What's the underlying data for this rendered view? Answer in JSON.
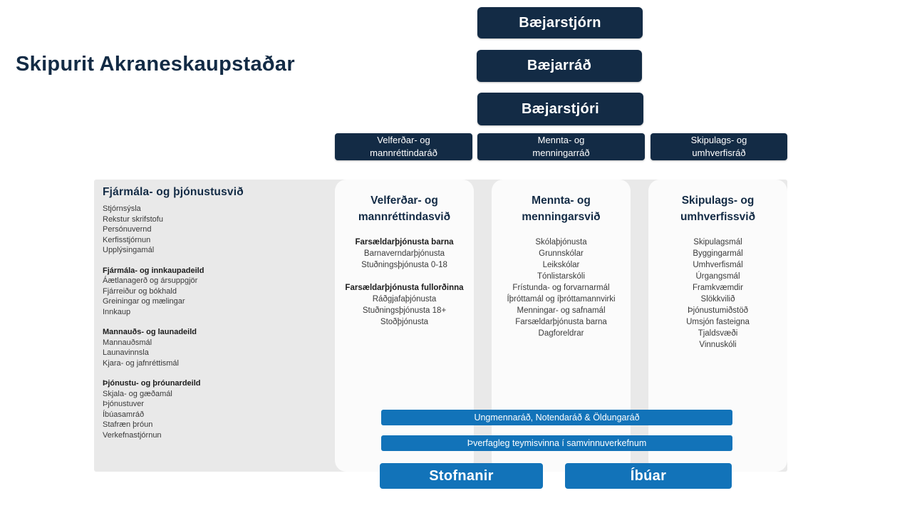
{
  "title": "Skipurit Akraneskaupstaðar",
  "colors": {
    "navy": "#132b45",
    "blue": "#1273b9",
    "panel": "#e9e9e9",
    "column": "#fbfbfb",
    "itemtext": "#3a3a3a"
  },
  "top_boxes": [
    {
      "label": "Bæjarstjórn"
    },
    {
      "label": "Bæjarráð"
    },
    {
      "label": "Bæjarstjóri"
    }
  ],
  "council_boxes": [
    {
      "label": "Velferðar- og mannréttindaráð"
    },
    {
      "label": "Mennta- og menningarráð"
    },
    {
      "label": "Skipulags- og umhverfisráð"
    }
  ],
  "finance_division": {
    "heading": "Fjármála- og þjónustusvið",
    "groups": [
      {
        "heading": "",
        "items": [
          "Stjórnsýsla",
          "Rekstur skrifstofu",
          "Persónuvernd",
          "Kerfisstjórnun",
          "Upplýsingamál"
        ]
      },
      {
        "heading": "Fjármála- og innkaupadeild",
        "items": [
          "Áætlanagerð og ársuppgjör",
          "Fjárreiður og bókhald",
          "Greiningar og mælingar",
          "Innkaup"
        ]
      },
      {
        "heading": "Mannauðs- og launadeild",
        "items": [
          "Mannauðsmál",
          "Launavinnsla",
          "Kjara- og jafnréttismál"
        ]
      },
      {
        "heading": "Þjónustu- og þróunardeild",
        "items": [
          "Skjala- og gæðamál",
          "Þjónustuver",
          "Íbúasamráð",
          "Stafræn þróun",
          "Verkefnastjórnun"
        ]
      }
    ]
  },
  "welfare_division": {
    "heading": "Velferðar- og mannréttindasvið",
    "groups": [
      {
        "heading": "Farsældarþjónusta barna",
        "items": [
          "Barnaverndarþjónusta",
          "Stuðningsþjónusta 0-18"
        ]
      },
      {
        "heading": "Farsældarþjónusta fullorðinna",
        "items": [
          "Ráðgjafaþjónusta",
          "Stuðningsþjónusta 18+",
          "Stoðþjónusta"
        ]
      }
    ]
  },
  "education_division": {
    "heading": "Mennta- og menningarsvið",
    "items": [
      "Skólaþjónusta",
      "Grunnskólar",
      "Leikskólar",
      "Tónlistarskóli",
      "Frístunda- og forvarnarmál",
      "Íþróttamál og íþróttamannvirki",
      "Menningar- og safnamál",
      "Farsældarþjónusta barna",
      "Dagforeldrar"
    ]
  },
  "planning_division": {
    "heading": "Skipulags- og umhverfissvið",
    "items": [
      "Skipulagsmál",
      "Byggingarmál",
      "Umhverfismál",
      "Úrgangsmál",
      "Framkvæmdir",
      "Slökkvilið",
      "Þjónustumiðstöð",
      "Umsjón fasteigna",
      "Tjaldsvæði",
      "Vinnuskóli"
    ]
  },
  "bottom_bars": [
    {
      "label": "Ungmennaráð, Notendaráð & Öldungaráð"
    },
    {
      "label": "Þverfagleg teymisvinna í samvinnuverkefnum"
    }
  ],
  "bottom_buttons": [
    {
      "label": "Stofnanir"
    },
    {
      "label": "Íbúar"
    }
  ]
}
